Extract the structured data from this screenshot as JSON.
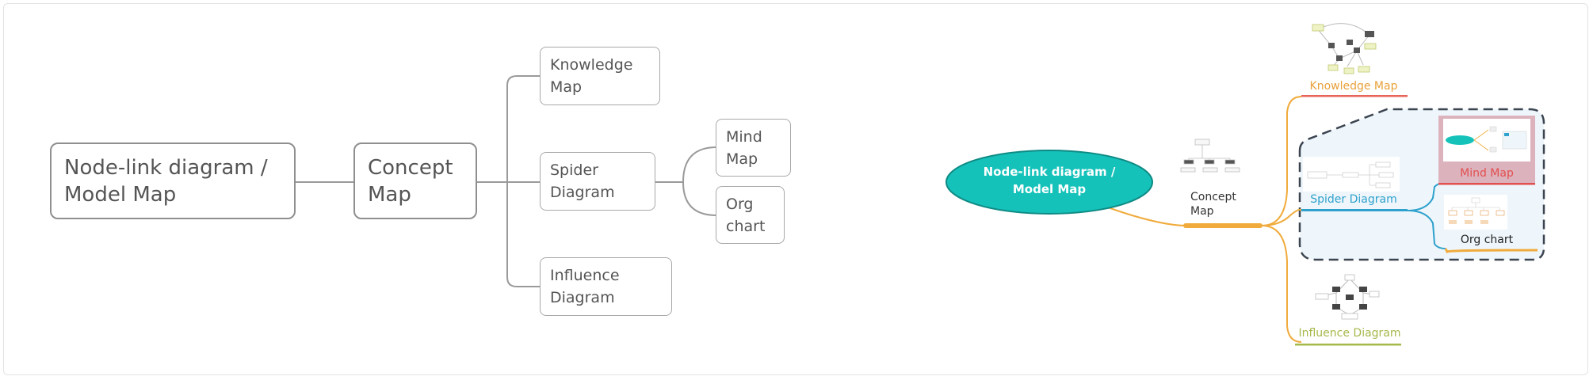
{
  "colors": {
    "teal": "#15c2ba",
    "orange_line": "#f0ab3c",
    "knowledge": "#e9a13b",
    "knowledge_underline": "#e8645a",
    "spider": "#2ea1cc",
    "mind": "#e24f4f",
    "mind_bg": "#dcb3bd",
    "influence": "#a5b84a",
    "boundary_bg": "#eef6fb",
    "gray_border": "#8f8f8f",
    "gray_line": "#9a9a9a",
    "text_gray": "#555555"
  },
  "left_diagram": {
    "root": "Node-link diagram /\nModel Map",
    "concept": "Concept\nMap",
    "knowledge": "Knowledge\nMap",
    "spider": "Spider\nDiagram",
    "influence": "Influence\nDiagram",
    "mind": "Mind\nMap",
    "org": "Org\nchart"
  },
  "right_diagram": {
    "root": "Node-link diagram /\nModel Map",
    "concept": "Concept\nMap",
    "knowledge": "Knowledge Map",
    "spider": "Spider Diagram",
    "mind": "Mind Map",
    "org": "Org chart",
    "influence": "Influence Diagram"
  },
  "icons": {
    "concept_thumb": "concept-map-thumbnail-icon",
    "knowledge_thumb": "knowledge-map-thumbnail-icon",
    "spider_thumb": "spider-diagram-thumbnail-icon",
    "mind_thumb": "mind-map-thumbnail-icon",
    "org_thumb": "org-chart-thumbnail-icon",
    "influence_thumb": "influence-diagram-thumbnail-icon"
  }
}
